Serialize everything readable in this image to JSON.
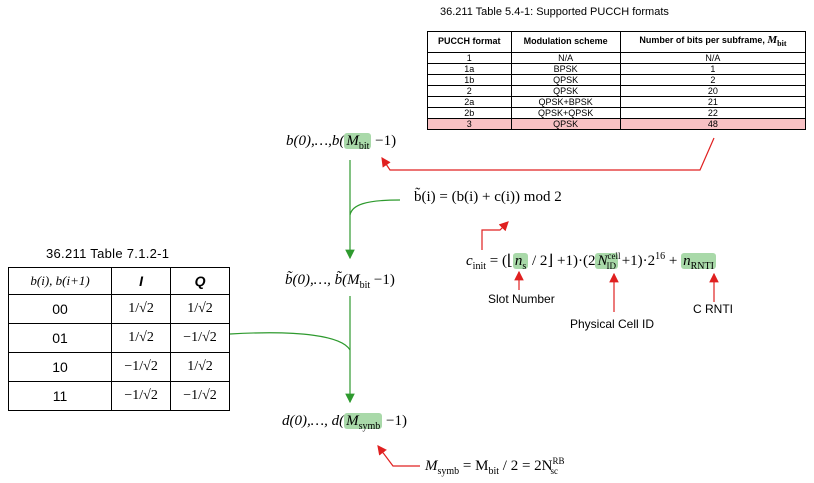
{
  "pucch": {
    "caption": "36.211 Table 5.4-1: Supported PUCCH formats",
    "headers": [
      "PUCCH format",
      "Modulation scheme",
      "Number of bits per subframe, "
    ],
    "header_math": "M",
    "header_math_sub": "bit",
    "rows": [
      [
        "1",
        "N/A",
        "N/A"
      ],
      [
        "1a",
        "BPSK",
        "1"
      ],
      [
        "1b",
        "QPSK",
        "2"
      ],
      [
        "2",
        "QPSK",
        "20"
      ],
      [
        "2a",
        "QPSK+BPSK",
        "21"
      ],
      [
        "2b",
        "QPSK+QPSK",
        "22"
      ],
      [
        "3",
        "QPSK",
        "48"
      ]
    ],
    "highlight_color": "#f8c1c4"
  },
  "modulation": {
    "caption": "36.211 Table 7.1.2-1",
    "headers": [
      "b(i), b(i+1)",
      "I",
      "Q"
    ],
    "rows": [
      [
        "00",
        "1/√2",
        "1/√2"
      ],
      [
        "01",
        "1/√2",
        "−1/√2"
      ],
      [
        "10",
        "−1/√2",
        "1/√2"
      ],
      [
        "11",
        "−1/√2",
        "−1/√2"
      ]
    ]
  },
  "equations": {
    "b_seq": "b(0),…,b(",
    "b_seq_M": "M",
    "b_seq_sub": "bit",
    "b_seq_end": " −1)",
    "scramble": "b̃(i) = (b(i) + c(i)) mod 2",
    "btilde_seq": "b̃(0),…, b̃(M",
    "btilde_sub": "bit",
    "btilde_end": " −1)",
    "d_seq": "d(0),…, d(",
    "d_seq_M": "M",
    "d_seq_sub": "symb",
    "d_seq_end": " −1)",
    "msymb": "M",
    "msymb_sub": "symb",
    "msymb_mid": " = M",
    "msymb_mid_sub": "bit",
    "msymb_end": " / 2 = 2N",
    "msymb_sup": "RB",
    "msymb_sub2": "sc",
    "cinit": "c",
    "cinit_sub": "init",
    "cinit_eq": " = (⌊",
    "ns": "n",
    "ns_sub": "s",
    "cinit_mid": " / 2⌋ +1)·(2",
    "ncell": "N",
    "ncell_sup": "cell",
    "ncell_sub": "ID",
    "cinit_mid2": " +1)·2",
    "cinit_exp": "16",
    "cinit_plus": " + ",
    "nrnti": "n",
    "nrnti_sub": "RNTI"
  },
  "labels": {
    "slot_number": "Slot Number",
    "physical_cell_id": "Physical Cell ID",
    "c_rnti": "C RNTI"
  },
  "colors": {
    "arrow_green": "#2e9a2e",
    "arrow_red": "#e02020",
    "highlight_green": "#a9d9a9"
  }
}
